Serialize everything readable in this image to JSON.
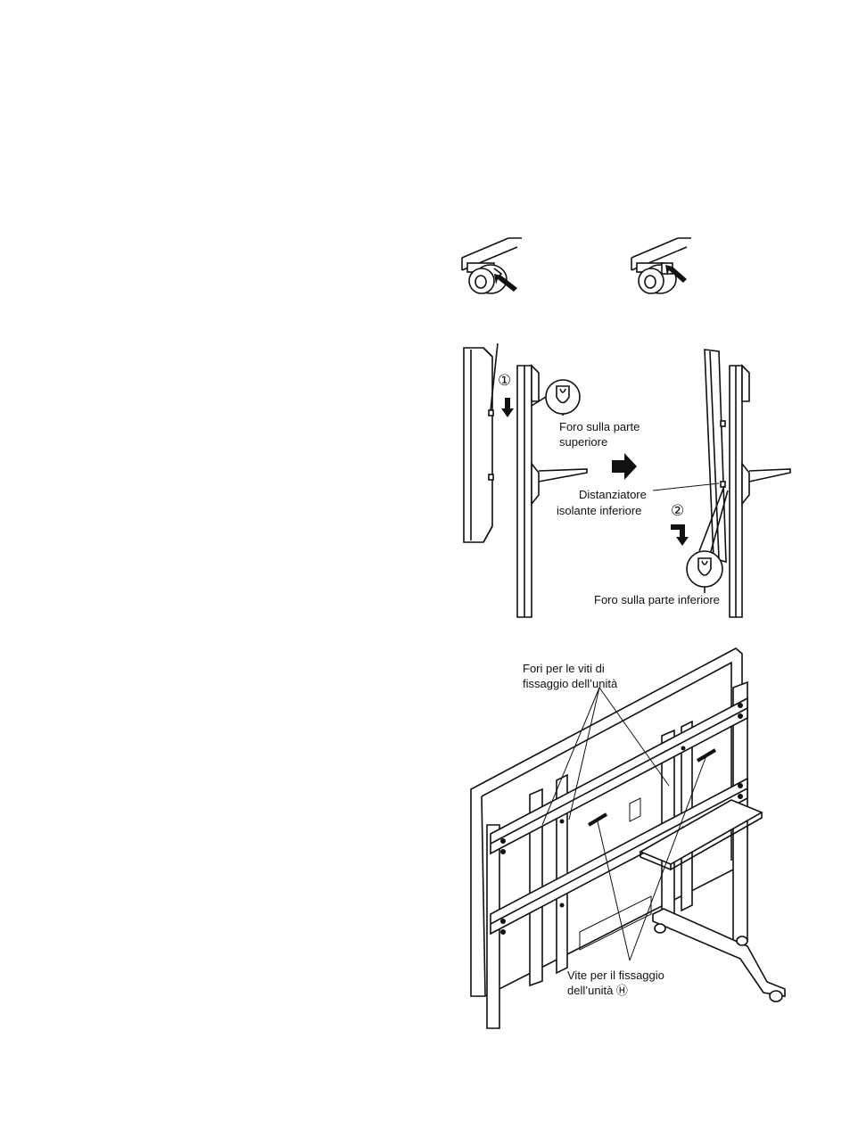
{
  "figure_caster": {
    "panels": [
      "caster-locked",
      "caster-unlocked"
    ]
  },
  "figure_hang": {
    "step1_marker": "①",
    "step2_marker": "②",
    "hole_top": [
      "Foro sulla parte",
      "superiore"
    ],
    "spacer": [
      "Distanziatore",
      "isolante inferiore"
    ],
    "hole_bottom": "Foro sulla parte inferiore"
  },
  "figure_fix": {
    "holes_label": [
      "Fori per le viti di",
      "fissaggio dell’unità"
    ],
    "screw_label": [
      "Vite per il fissaggio",
      "dell’unità Ⓗ"
    ]
  }
}
